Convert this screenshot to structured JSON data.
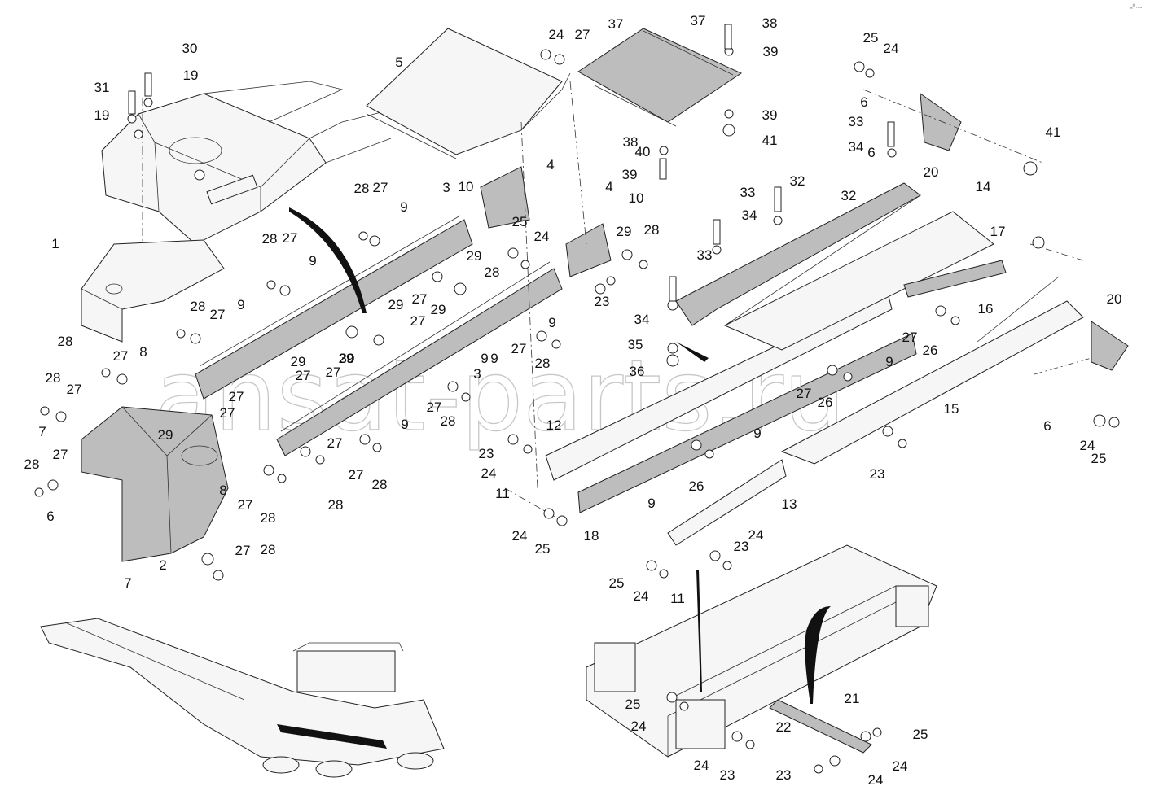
{
  "watermark": "ansat-parts.ru",
  "corner_mark": "ₐ⁰ ₘₘ",
  "callouts": [
    "1",
    "2",
    "3",
    "3",
    "4",
    "4",
    "5",
    "6",
    "6",
    "6",
    "6",
    "7",
    "7",
    "8",
    "8",
    "9",
    "9",
    "9",
    "9",
    "9",
    "9",
    "9",
    "9",
    "9",
    "9",
    "10",
    "10",
    "11",
    "11",
    "12",
    "13",
    "14",
    "15",
    "16",
    "17",
    "18",
    "19",
    "19",
    "20",
    "20",
    "21",
    "22",
    "23",
    "23",
    "23",
    "23",
    "23",
    "23",
    "24",
    "24",
    "24",
    "24",
    "24",
    "24",
    "24",
    "24",
    "24",
    "24",
    "24",
    "24",
    "25",
    "25",
    "25",
    "25",
    "25",
    "25",
    "25",
    "26",
    "26",
    "26",
    "27",
    "27",
    "27",
    "27",
    "27",
    "27",
    "27",
    "27",
    "27",
    "27",
    "27",
    "27",
    "27",
    "27",
    "27",
    "27",
    "27",
    "27",
    "27",
    "27",
    "27",
    "28",
    "28",
    "28",
    "28",
    "28",
    "28",
    "28",
    "28",
    "28",
    "28",
    "28",
    "28",
    "28",
    "28",
    "29",
    "29",
    "29",
    "29",
    "29",
    "29",
    "29",
    "30",
    "30",
    "31",
    "32",
    "32",
    "33",
    "33",
    "33",
    "34",
    "34",
    "34",
    "35",
    "36",
    "37",
    "37",
    "38",
    "38",
    "39",
    "39",
    "39",
    "40",
    "41",
    "41"
  ]
}
